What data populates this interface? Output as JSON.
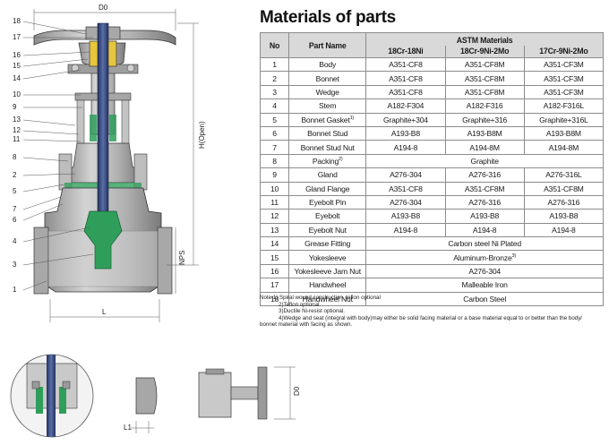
{
  "title": "Materials of parts",
  "table": {
    "head": {
      "no": "No",
      "part_name": "Part Name",
      "group": "ASTM Materials"
    },
    "columns": [
      "18Cr-18Ni",
      "18Cr-9Ni-2Mo",
      "17Cr-9Ni-2Mo"
    ],
    "rows": [
      {
        "no": "1",
        "name": "Body",
        "m1": "A351-CF8",
        "m2": "A351-CF8M",
        "m3": "A351-CF3M"
      },
      {
        "no": "2",
        "name": "Bonnet",
        "m1": "A351-CF8",
        "m2": "A351-CF8M",
        "m3": "A351-CF3M"
      },
      {
        "no": "3",
        "name": "Wedge",
        "m1": "A351-CF8",
        "m2": "A351-CF8M",
        "m3": "A351-CF3M"
      },
      {
        "no": "4",
        "name": "Stem",
        "m1": "A182-F304",
        "m2": "A182-F316",
        "m3": "A182-F316L"
      },
      {
        "no": "5",
        "name": "Bonnet Gasket",
        "sup": "1)",
        "m1": "Graphite+304",
        "m2": "Graphite+316",
        "m3": "Graphite+316L"
      },
      {
        "no": "6",
        "name": "Bonnet Stud",
        "m1": "A193-B8",
        "m2": "A193-B8M",
        "m3": "A193-B8M"
      },
      {
        "no": "7",
        "name": "Bonnet Stud Nut",
        "m1": "A194-8",
        "m2": "A194-8M",
        "m3": "A194-8M"
      },
      {
        "no": "8",
        "name": "Packing",
        "sup": "2)",
        "span": "Graphite"
      },
      {
        "no": "9",
        "name": "Gland",
        "m1": "A276-304",
        "m2": "A276-316",
        "m3": "A276-316L"
      },
      {
        "no": "10",
        "name": "Gland Flange",
        "m1": "A351-CF8",
        "m2": "A351-CF8M",
        "m3": "A351-CF8M"
      },
      {
        "no": "11",
        "name": "Eyebolt Pin",
        "m1": "A276-304",
        "m2": "A276-316",
        "m3": "A276-316"
      },
      {
        "no": "12",
        "name": "Eyebolt",
        "m1": "A193-B8",
        "m2": "A193-B8",
        "m3": "A193-B8"
      },
      {
        "no": "13",
        "name": "Eyebolt Nut",
        "m1": "A194-8",
        "m2": "A194-8",
        "m3": "A194-8"
      },
      {
        "no": "14",
        "name": "Grease Fitting",
        "span": "Carbon steel Ni Plated"
      },
      {
        "no": "15",
        "name": "Yokesleeve",
        "span": "Aluminum-Bronze",
        "span_sup": "3)"
      },
      {
        "no": "16",
        "name": "Yokesleeve Jam Nut",
        "span": "A276-304"
      },
      {
        "no": "17",
        "name": "Handwheel",
        "span": "Malleable Iron"
      },
      {
        "no": "18",
        "name": "Handwheel Nut",
        "span": "Carbon Steel"
      }
    ]
  },
  "notes": [
    "Note:1) Spiral wound construction, teflon optional",
    "2)Teflon optional.",
    "3)Ductile Ni-resist optional.",
    "4)Wedge and seat (integral with body)may either be solid facing material or a base material equal to or better than the body/",
    "bonnet material with facing as shown."
  ],
  "drawing": {
    "callouts": [
      "18",
      "17",
      "16",
      "15",
      "14",
      "10",
      "9",
      "13",
      "12",
      "11",
      "8",
      "2",
      "5",
      "7",
      "6",
      "4",
      "3",
      "1"
    ],
    "dims": {
      "d0": "D0",
      "h_open": "H(Open)",
      "nps": "NPS",
      "l": "L",
      "l1": "L1",
      "d0_small": "D0"
    }
  },
  "colors": {
    "stem": "#3c4f86",
    "sleeve": "#e5c63c",
    "wedge": "#2f9e5a",
    "body": "#b5b5b5",
    "header_bg": "#d9d9d9"
  }
}
